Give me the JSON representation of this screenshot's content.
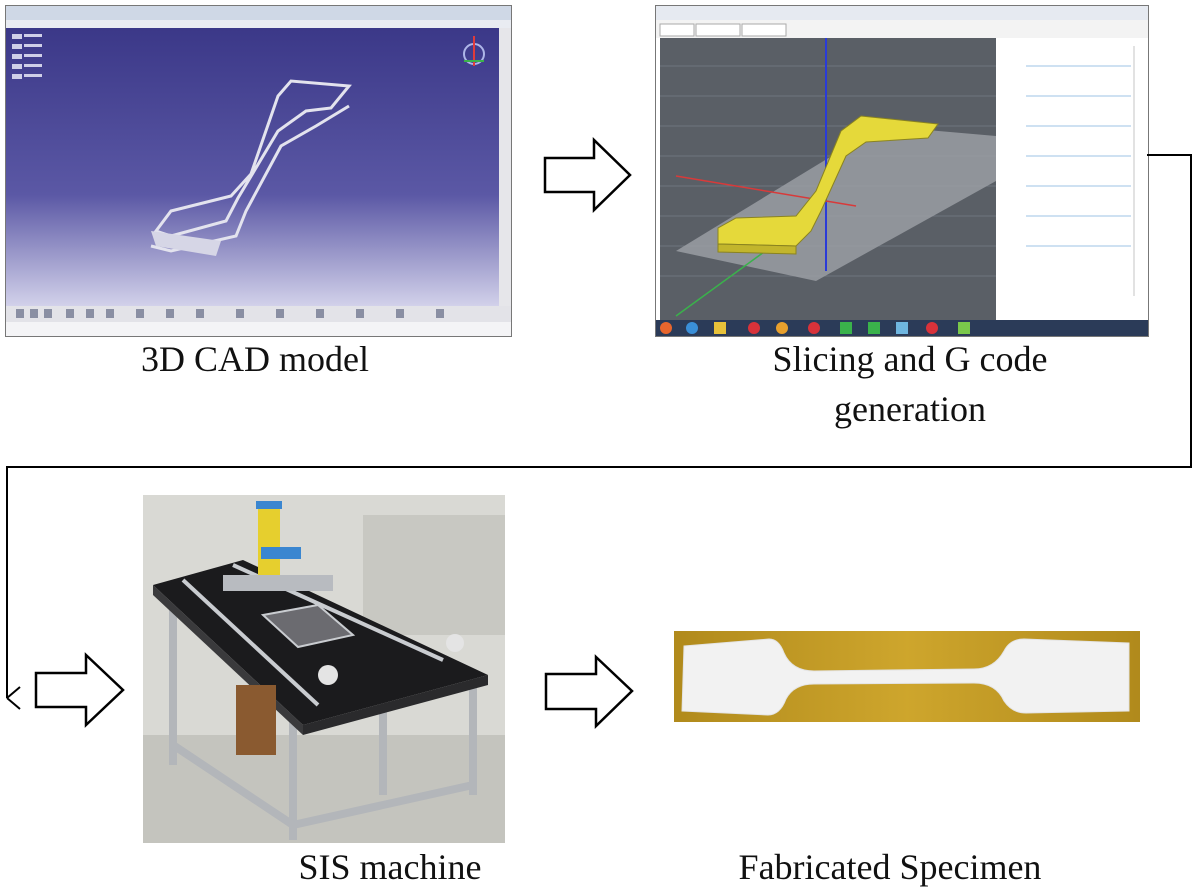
{
  "steps": [
    {
      "caption": "3D CAD model"
    },
    {
      "caption_line1": "Slicing and G code",
      "caption_line2": "generation"
    },
    {
      "caption": "SIS machine"
    },
    {
      "caption": "Fabricated Specimen"
    }
  ],
  "colors": {
    "cad_background_top": "#3d3a8c",
    "cad_background_bottom": "#c7c6e3",
    "slicer_view": "#5a5f66",
    "slicer_part": "#e5d93a",
    "specimen_base": "#c9a227",
    "specimen_part": "#f2f2f2",
    "arrow": "#000000",
    "connector": "#000000"
  }
}
